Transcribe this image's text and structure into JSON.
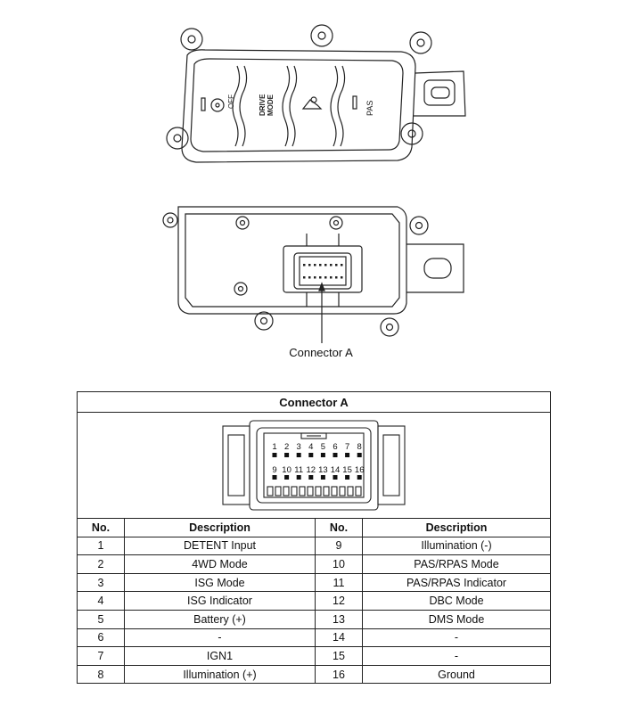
{
  "callout_label": "Connector A",
  "icons": [
    "traction-off-icon",
    "drive-mode-icon",
    "hill-descent-icon",
    "pas-icon"
  ],
  "button_texts": {
    "off": "OFF",
    "drive_line1": "DRIVE",
    "drive_line2": "MODE",
    "pas": "PAS"
  },
  "table": {
    "title": "Connector A",
    "headers": {
      "no_left": "No.",
      "desc_left": "Description",
      "no_right": "No.",
      "desc_right": "Description"
    },
    "pin_numbers_top": [
      "1",
      "2",
      "3",
      "4",
      "5",
      "6",
      "7",
      "8"
    ],
    "pin_numbers_bottom": [
      "9",
      "10",
      "11",
      "12",
      "13",
      "14",
      "15",
      "16"
    ],
    "rows": [
      {
        "no1": "1",
        "desc1": "DETENT Input",
        "no2": "9",
        "desc2": "Illumination (-)"
      },
      {
        "no1": "2",
        "desc1": "4WD Mode",
        "no2": "10",
        "desc2": "PAS/RPAS Mode"
      },
      {
        "no1": "3",
        "desc1": "ISG Mode",
        "no2": "11",
        "desc2": "PAS/RPAS Indicator"
      },
      {
        "no1": "4",
        "desc1": "ISG Indicator",
        "no2": "12",
        "desc2": "DBC Mode"
      },
      {
        "no1": "5",
        "desc1": "Battery (+)",
        "no2": "13",
        "desc2": "DMS Mode"
      },
      {
        "no1": "6",
        "desc1": "-",
        "no2": "14",
        "desc2": "-"
      },
      {
        "no1": "7",
        "desc1": "IGN1",
        "no2": "15",
        "desc2": "-"
      },
      {
        "no1": "8",
        "desc1": "Illumination (+)",
        "no2": "16",
        "desc2": "Ground"
      }
    ]
  }
}
